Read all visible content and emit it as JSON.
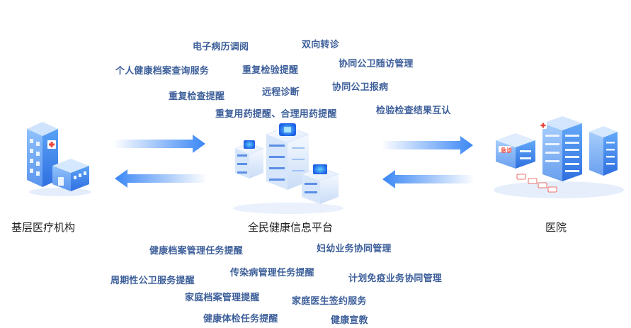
{
  "nodes": {
    "left": "基层医疗机构",
    "center": "全民健康信息平台",
    "right": "医院"
  },
  "top_services": [
    "电子病历调阅",
    "双向转诊",
    "个人健康档案查询服务",
    "重复检验提醒",
    "协同公卫随访管理",
    "重复检查提醒",
    "远程诊断",
    "协同公卫报病",
    "重复用药提醒、合理用药提醒",
    "检验检查结果互认"
  ],
  "bottom_services": [
    "健康档案管理任务提醒",
    "妇幼业务协同管理",
    "周期性公卫服务提醒",
    "传染病管理任务提醒",
    "计划免疫业务协同管理",
    "家庭档案管理提醒",
    "家庭医生签约服务",
    "健康体检任务提醒",
    "健康宣教"
  ],
  "hospital_sign": "急诊",
  "colors": {
    "text": "#3d5f9a",
    "arrow": "#3a86f5",
    "building": "#4a90f0"
  }
}
